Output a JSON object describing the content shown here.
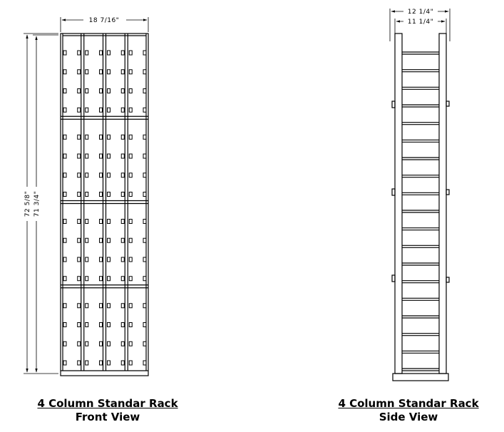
{
  "front_view": {
    "width_dim": "18 7/16\"",
    "outer_height_dim": "72 5/8\"",
    "inner_height_dim": "71 3/4\"",
    "caption_title": "4 Column Standar Rack",
    "caption_view": "Front View"
  },
  "side_view": {
    "outer_width_dim": "12 1/4\"",
    "inner_width_dim": "11 1/4\"",
    "caption_title": "4 Column Standar Rack",
    "caption_view": "Side View"
  },
  "rack": {
    "columns": 4,
    "sections": 4,
    "side_shelves": 19
  }
}
